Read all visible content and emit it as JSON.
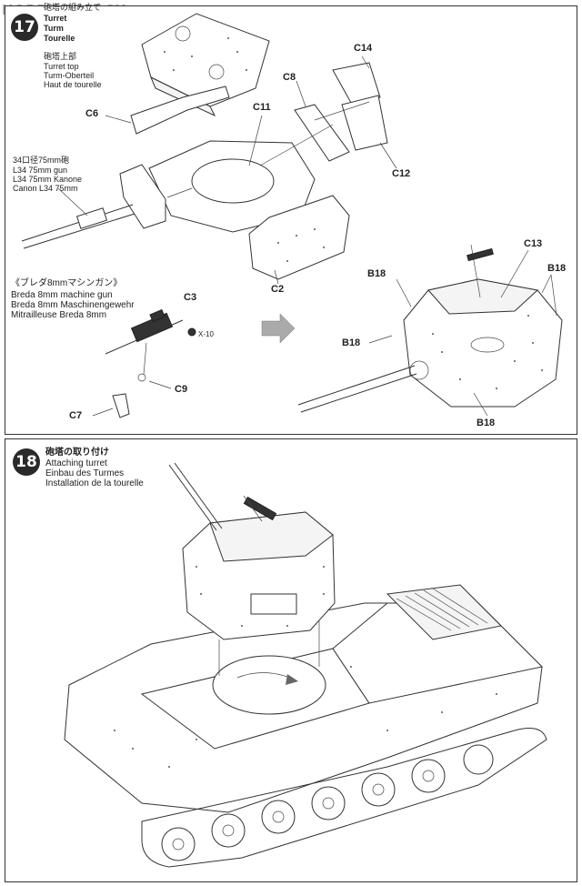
{
  "watermark": "HOBBY SEARCH",
  "step17": {
    "number": "17",
    "header_jp": "砲塔の組み立て",
    "title": [
      "Turret",
      "Turm",
      "Tourelle"
    ],
    "turret_top": [
      "砲塔上部",
      "Turret top",
      "Turm-Oberteil",
      "Haut de tourelle"
    ],
    "gun": [
      "34口径75mm砲",
      "L34 75mm gun",
      "L34 75mm Kanone",
      "Canon L34 75mm"
    ],
    "mg": [
      "《ブレダ8mmマシンガン》",
      "Breda 8mm machine gun",
      "Breda 8mm Maschinengewehr",
      "Mitrailleuse Breda 8mm"
    ],
    "parts": {
      "c14": "C14",
      "c8": "C8",
      "c11": "C11",
      "c6": "C6",
      "c12": "C12",
      "c2": "C2",
      "c3": "C3",
      "x10": "X-10",
      "c9": "C9",
      "c7": "C7",
      "c13": "C13",
      "b18_a": "B18",
      "b18_b": "B18",
      "b18_c": "B18",
      "b18_d": "B18"
    }
  },
  "step18": {
    "number": "18",
    "title": [
      "砲塔の取り付け",
      "Attaching turret",
      "Einbau des Turmes",
      "Installation de la tourelle"
    ]
  }
}
